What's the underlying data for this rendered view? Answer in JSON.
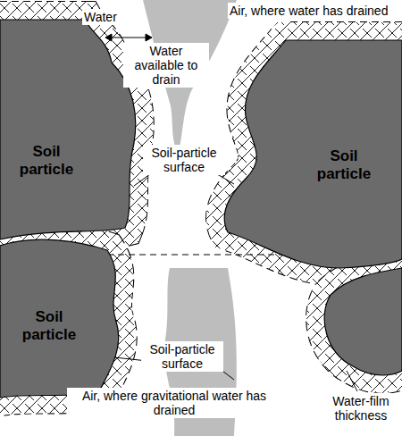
{
  "diagram": {
    "nodes": [
      {
        "text": [
          "Soil particle"
        ]
      },
      {
        "text": [
          "Soil particle"
        ]
      },
      {
        "text": [
          "Soil particle"
        ]
      }
    ],
    "labels": [
      "Water",
      "Air, where water has drained",
      "Water available to drain",
      "Soil-particle surface",
      "Soil-particle surface",
      "Air, where gravitational water has drained",
      "Water-film thickness"
    ]
  }
}
